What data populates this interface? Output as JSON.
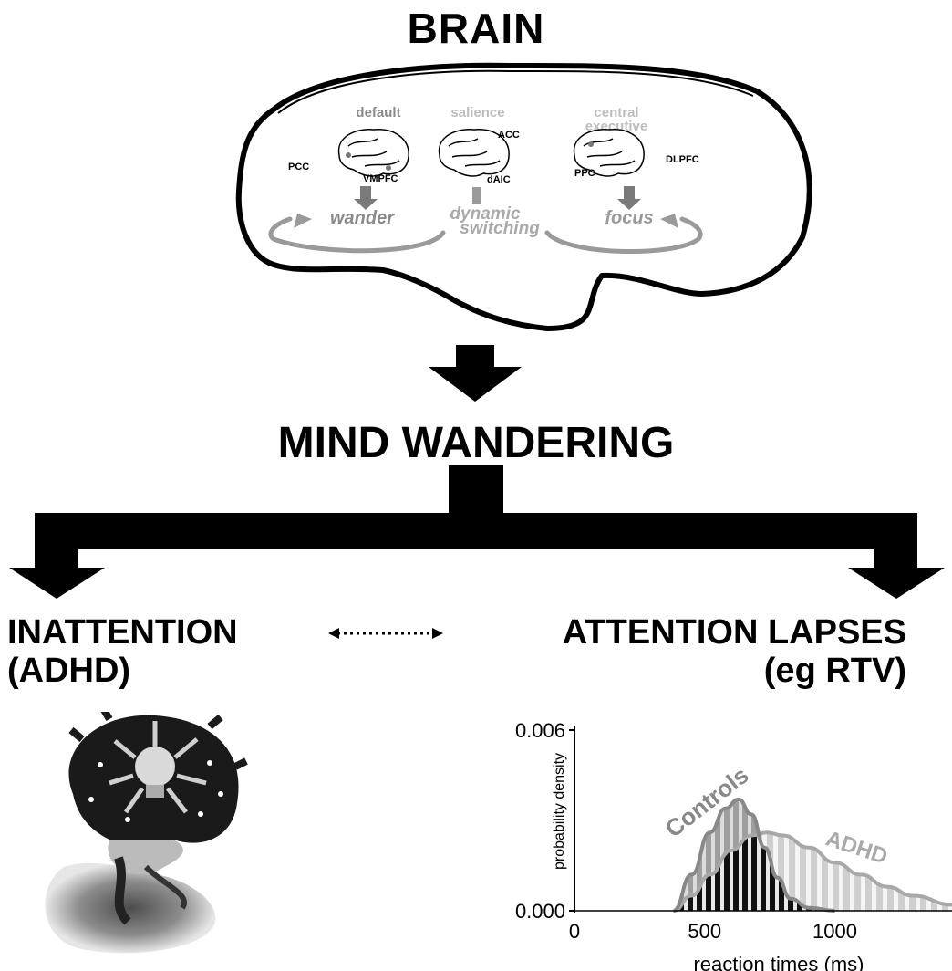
{
  "title": "BRAIN",
  "center_heading": "MIND WANDERING",
  "networks": [
    {
      "name": "default",
      "regions": [
        "PCC",
        "VMPFC"
      ],
      "state": "wander"
    },
    {
      "name": "salience",
      "regions": [
        "ACC",
        "dAIC"
      ],
      "state_lines": [
        "dynamic",
        "switching"
      ]
    },
    {
      "name_lines": [
        "central",
        "executive"
      ],
      "regions": [
        "DLPFC",
        "PPC"
      ],
      "state": "focus"
    }
  ],
  "outcomes": {
    "left": {
      "line1": "INATTENTION",
      "line2": "(ADHD)"
    },
    "right": {
      "line1": "ATTENTION LAPSES",
      "line2": "(eg RTV)"
    }
  },
  "chart_data": {
    "type": "area",
    "xlabel": "reaction times (ms)",
    "ylabel": "probability density",
    "xlim": [
      0,
      1450
    ],
    "ylim": [
      0,
      0.006
    ],
    "x_ticks": [
      "0",
      "500",
      "1000"
    ],
    "y_ticks": [
      "0.000",
      "0.006"
    ],
    "series": [
      {
        "name": "Controls",
        "x": [
          380,
          450,
          520,
          580,
          630,
          680,
          730,
          780,
          830,
          900,
          1000
        ],
        "y": [
          0.0,
          0.0012,
          0.0026,
          0.0034,
          0.0037,
          0.0032,
          0.0021,
          0.0011,
          0.0004,
          0.0001,
          0.0
        ]
      },
      {
        "name": "ADHD",
        "x": [
          380,
          450,
          520,
          600,
          680,
          740,
          800,
          900,
          1000,
          1100,
          1200,
          1300,
          1450
        ],
        "y": [
          0.0,
          0.0005,
          0.0012,
          0.002,
          0.0025,
          0.0026,
          0.0025,
          0.0021,
          0.0016,
          0.0012,
          0.0008,
          0.0005,
          0.0002
        ]
      }
    ]
  },
  "colors": {
    "ink": "#000000",
    "gray": "#8a8a8a",
    "light_gray": "#bdbdbd"
  }
}
